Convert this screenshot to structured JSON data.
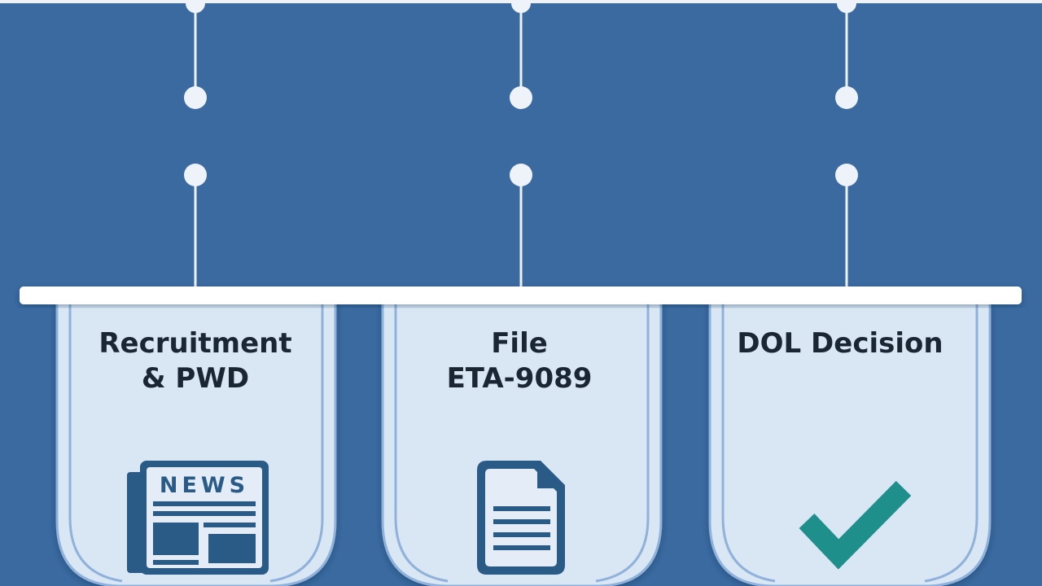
{
  "diagram": {
    "stages": [
      {
        "title": "Recruitment\n& PWD",
        "icon": "newspaper-icon",
        "icon_text": "NEWS"
      },
      {
        "title": "File\nETA-9089",
        "icon": "document-icon"
      },
      {
        "title": "DOL Decision",
        "icon": "checkmark-icon"
      }
    ]
  },
  "colors": {
    "background": "#3a6aa0",
    "card_fill": "#d9e6f4",
    "card_border": "#8fb1da",
    "shelf": "#ffffff",
    "connector": "#eef3fa",
    "icon_dark": "#2a5a86",
    "icon_light": "#e4edf7",
    "check": "#1f8f8c",
    "title_text": "#1b2633"
  }
}
